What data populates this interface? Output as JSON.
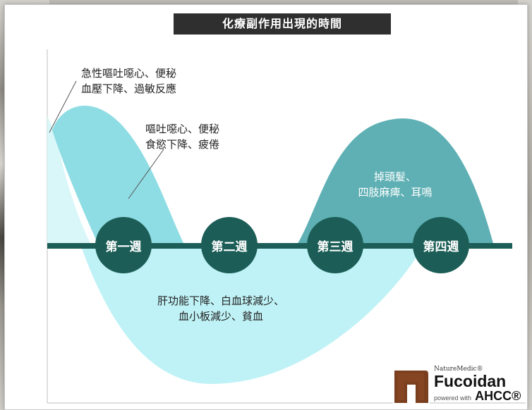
{
  "title": "化療副作用出現的時間",
  "weeks": [
    "第一週",
    "第二週",
    "第三週",
    "第四週"
  ],
  "annotations": {
    "early": [
      "急性嘔吐噁心、便秘",
      "血壓下降、過敏反應"
    ],
    "week1": [
      "嘔吐噁心、便秘",
      "食慾下降、疲倦"
    ],
    "week3_4": [
      "掉頭髮、",
      "四肢麻痺、耳鳴"
    ],
    "below": [
      "肝功能下降、白血球減少、",
      "血小板減少、貧血"
    ]
  },
  "logo": {
    "maker": "NatureMedic®",
    "brand": "Fucoidan",
    "powered": "powered with",
    "brand2": "AHCC®"
  },
  "colors": {
    "dark_teal": "#1c5e57",
    "teal": "#5fb0b4",
    "aqua": "#8fdde4",
    "light_aqua": "#bff2f6"
  }
}
